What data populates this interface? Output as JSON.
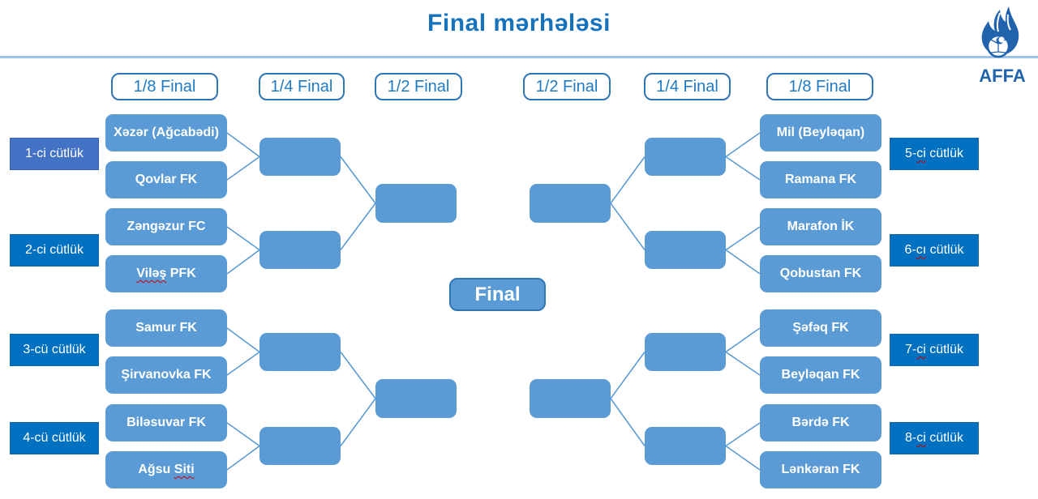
{
  "title": "Final mərhələsi",
  "logo": {
    "text": "AFFA"
  },
  "rounds_left": [
    "1/8 Final",
    "1/4 Final",
    "1/2 Final"
  ],
  "rounds_right": [
    "1/2 Final",
    "1/4 Final",
    "1/8 Final"
  ],
  "final_label": "Final",
  "colors": {
    "title_text": "#1572BD",
    "divider": "#9DC3E6",
    "round_header_text": "#1F7AC4",
    "round_header_border": "#2E75B6",
    "team_box": "#5B9BD5",
    "pair_label_first": "#4472C4",
    "pair_label": "#0070C0",
    "final_border": "#2E75B6",
    "connector": "#5B9BD5",
    "spellcheck": "#D00000",
    "logo_blue": "#2263AE"
  },
  "pairs_left": [
    {
      "label": {
        "pre": "1-ci cütlük",
        "bad": "",
        "post": ""
      },
      "teams": [
        {
          "pre": "Xəzər (Ağcabədi)",
          "bad": "",
          "post": ""
        },
        {
          "pre": "Qovlar FK",
          "bad": "",
          "post": ""
        }
      ]
    },
    {
      "label": {
        "pre": "2-ci cütlük",
        "bad": "",
        "post": ""
      },
      "teams": [
        {
          "pre": "Zəngəzur FC",
          "bad": "",
          "post": ""
        },
        {
          "pre": "",
          "bad": "Viləş",
          "post": " PFK"
        }
      ]
    },
    {
      "label": {
        "pre": "3-cü cütlük",
        "bad": "",
        "post": ""
      },
      "teams": [
        {
          "pre": "Samur FK",
          "bad": "",
          "post": ""
        },
        {
          "pre": "Şirvanovka FK",
          "bad": "",
          "post": ""
        }
      ]
    },
    {
      "label": {
        "pre": "4-cü cütlük",
        "bad": "",
        "post": ""
      },
      "teams": [
        {
          "pre": "Biləsuvar FK",
          "bad": "",
          "post": ""
        },
        {
          "pre": "Ağsu ",
          "bad": "Siti",
          "post": ""
        }
      ]
    }
  ],
  "pairs_right": [
    {
      "label": {
        "pre": "5-",
        "bad": "ci",
        "post": " cütlük"
      },
      "teams": [
        {
          "pre": "Mil (Beyləqan)",
          "bad": "",
          "post": ""
        },
        {
          "pre": "Ramana FK",
          "bad": "",
          "post": ""
        }
      ]
    },
    {
      "label": {
        "pre": "6-",
        "bad": "cı",
        "post": " cütlük"
      },
      "teams": [
        {
          "pre": "Marafon İK",
          "bad": "",
          "post": ""
        },
        {
          "pre": "Qobustan FK",
          "bad": "",
          "post": ""
        }
      ]
    },
    {
      "label": {
        "pre": "7-",
        "bad": "ci",
        "post": " cütlük"
      },
      "teams": [
        {
          "pre": "Şəfəq FK",
          "bad": "",
          "post": ""
        },
        {
          "pre": "Beyləqan FK",
          "bad": "",
          "post": ""
        }
      ]
    },
    {
      "label": {
        "pre": "8-",
        "bad": "ci",
        "post": " cütlük"
      },
      "teams": [
        {
          "pre": "Bərdə FK",
          "bad": "",
          "post": ""
        },
        {
          "pre": "Lənkəran FK",
          "bad": "",
          "post": ""
        }
      ]
    }
  ]
}
